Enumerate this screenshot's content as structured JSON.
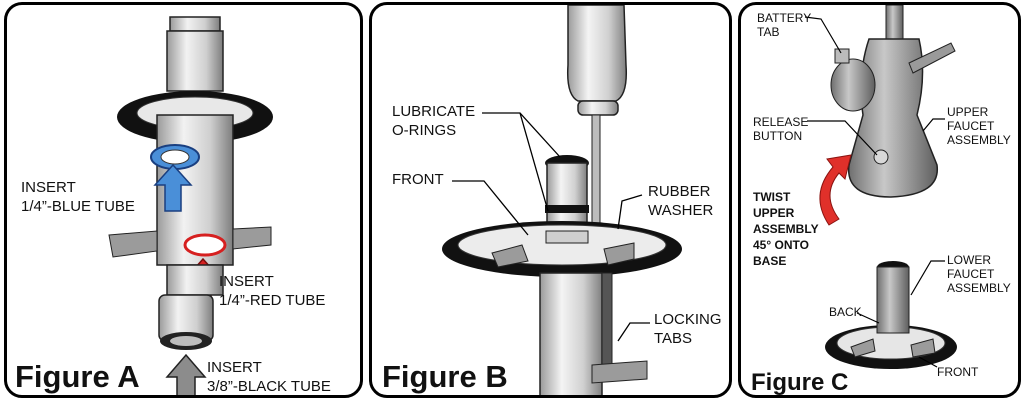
{
  "figure_a": {
    "title": "Figure A",
    "label_blue_1": "INSERT",
    "label_blue_2": "1/4”-BLUE TUBE",
    "label_red_1": "INSERT",
    "label_red_2": "1/4”-RED TUBE",
    "label_black_1": "INSERT",
    "label_black_2": "3/8”-BLACK TUBE",
    "colors": {
      "blue": "#4a8fd8",
      "red": "#d62020",
      "ring": "#111111",
      "body": "#d0d0d0"
    }
  },
  "figure_b": {
    "title": "Figure B",
    "label_lubricate_1": "LUBRICATE",
    "label_lubricate_2": "O-RINGS",
    "label_front": "FRONT",
    "label_rubber_1": "RUBBER",
    "label_rubber_2": "WASHER",
    "label_locking_1": "LOCKING",
    "label_locking_2": "TABS"
  },
  "figure_c": {
    "title": "Figure C",
    "label_battery_1": "BATTERY",
    "label_battery_2": "TAB",
    "label_release_1": "RELEASE",
    "label_release_2": "BUTTON",
    "label_upper_1": "UPPER",
    "label_upper_2": "FAUCET",
    "label_upper_3": "ASSEMBLY",
    "label_twist_1": "TWIST",
    "label_twist_2": "UPPER",
    "label_twist_3": "ASSEMBLY",
    "label_twist_4": "45° ONTO",
    "label_twist_5": "BASE",
    "label_lower_1": "LOWER",
    "label_lower_2": "FAUCET",
    "label_lower_3": "ASSEMBLY",
    "label_back": "BACK",
    "label_front": "FRONT",
    "colors": {
      "twist_arrow": "#e0302a"
    }
  }
}
